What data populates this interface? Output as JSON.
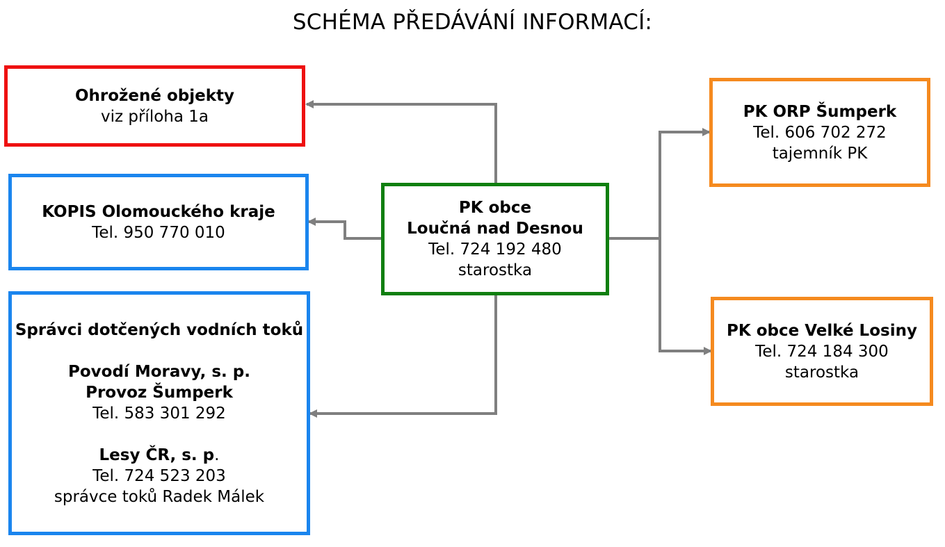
{
  "title": "SCHÉMA PŘEDÁVÁNÍ INFORMACÍ:",
  "colors": {
    "red": "#ee1111",
    "blue": "#1a85ee",
    "green": "#0f7f0f",
    "orange": "#f58a1f",
    "connector": "#7f7f7f"
  },
  "nodes": {
    "threatened": {
      "name": "Ohrožené objekty",
      "line1": "viz příloha 1a"
    },
    "kopis": {
      "name": "KOPIS Olomouckého kraje",
      "phone": "Tel. 950 770 010"
    },
    "water": {
      "heading": "Správci dotčených vodních toků",
      "org1_line1": "Povodí Moravy, s. p.",
      "org1_line2": "Provoz Šumperk",
      "org1_phone": "Tel. 583 301 292",
      "org2_name": "Lesy ČR, s. p",
      "org2_dot": ".",
      "org2_phone": "Tel. 724 523 203",
      "org2_role": "správce toků Radek Málek"
    },
    "center": {
      "line1": "PK obce",
      "line2": "Loučná nad Desnou",
      "phone": "Tel. 724 192 480",
      "role": "starostka"
    },
    "orp": {
      "name": "PK ORP Šumperk",
      "phone": "Tel. 606 702 272",
      "role": "tajemník PK"
    },
    "losiny": {
      "name": "PK obce Velké Losiny",
      "phone": "Tel. 724 184 300",
      "role": "starostka"
    }
  }
}
